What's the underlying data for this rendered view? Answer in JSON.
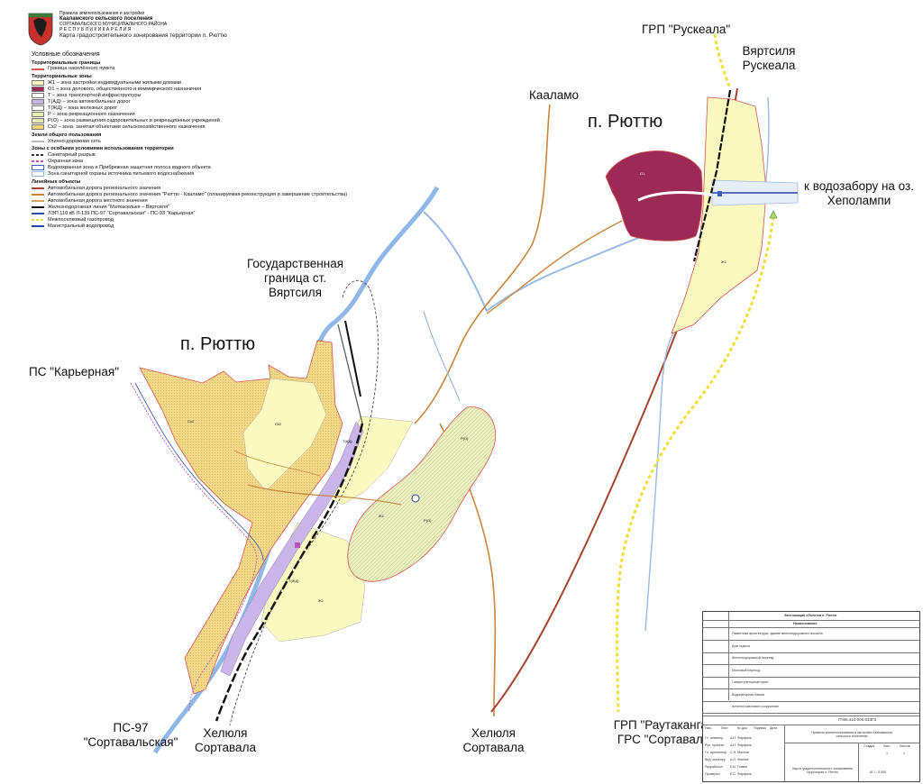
{
  "header": {
    "org_line": "Правила землепользования и застройки",
    "settlement": "Кааламского сельского поселения",
    "district": "СОРТАВАЛЬСКОГО МУНИЦИПАЛЬНОГО РАЙОНА",
    "republic": "Р Е С П У Б Л И К И   К А Р Е Л И Я",
    "map_title": "Карта градостроительного зонирования территории п. Рюттю"
  },
  "legend": {
    "title": "Условные обозначения",
    "sections": [
      {
        "title": "Территориальные границы",
        "items": [
          {
            "text": "Граница населённого пункта",
            "kind": "line",
            "color": "#d9534f"
          }
        ]
      },
      {
        "title": "Территориальные зоны",
        "items": [
          {
            "text": "Ж1 – зона застройки индивидуальными жилыми домами",
            "kind": "fill",
            "color": "#fafac0"
          },
          {
            "text": "О1 – зона делового, общественного и коммерческого назначения",
            "kind": "fill",
            "color": "#9c2a55"
          },
          {
            "text": "Т – зона транспортной инфраструктуры",
            "kind": "fill",
            "color": "#ffffff"
          },
          {
            "text": "Т(АД) – зона автомобильных дорог",
            "kind": "fill",
            "color": "#c9b5e8"
          },
          {
            "text": "Т(ЖД) – зона железных дорог",
            "kind": "fill",
            "color": "#ffffff"
          },
          {
            "text": "Р – зона рекреационного назначения",
            "kind": "fill",
            "color": "#e7eeb3"
          },
          {
            "text": "Р(О) – зона размещения оздоровительных и рекреационных учреждений",
            "kind": "fill",
            "color": "#e2eab0"
          },
          {
            "text": "Сх2 – зона, занятая объектами сельскохозяйственного назначения",
            "kind": "fill",
            "color": "#f0d37a"
          }
        ]
      },
      {
        "title": "Земли общего пользования",
        "items": [
          {
            "text": "Улично-дорожная сеть",
            "kind": "line",
            "color": "#bbbbbb"
          }
        ]
      },
      {
        "title": "Зоны с особыми условиями использования территории",
        "items": [
          {
            "text": "Санитарный разрыв",
            "kind": "dash",
            "color": "#333333"
          },
          {
            "text": "Охранная зона",
            "kind": "dash",
            "color": "#c04fb7"
          },
          {
            "text": "Водоохранная зона и Прибрежная защитная полоса водного объекта",
            "kind": "outline",
            "color": "#3a62c4"
          },
          {
            "text": "Зона санитарной охраны источника питьевого водоснабжения",
            "kind": "outline",
            "color": "#9ab8e6"
          }
        ]
      },
      {
        "title": "Линейные объекты",
        "items": [
          {
            "text": "Автомобильная дорога регионального значения",
            "kind": "line",
            "color": "#a4432e"
          },
          {
            "text": "Автомобильная дорога регионального значения \"Рюттю - Кааламо\" (планируемая реконструкция и завершение строительства)",
            "kind": "line",
            "color": "#c8873d"
          },
          {
            "text": "Автомобильная дорога местного значения",
            "kind": "line",
            "color": "#d8a35a"
          },
          {
            "text": "Железнодорожная линия \"Маткаселькя – Вяртсиля\"",
            "kind": "line",
            "color": "#111111"
          },
          {
            "text": "ЛЭП 110 кВ Л-139 ПС-97 \"Сортавальская\" - ПС-93 \"Карьерная\"",
            "kind": "line",
            "color": "#2d4fb2"
          },
          {
            "text": "Межпоселковый газопровод",
            "kind": "dash",
            "color": "#f2e03a"
          },
          {
            "text": "Магистральный водопровод",
            "kind": "line",
            "color": "#2c43a8"
          }
        ]
      }
    ]
  },
  "labels": {
    "ryuttyu_south": "п. Рюттю",
    "ryuttyu_north": "п. Рюттю",
    "ps_karyernaya": "ПС \"Карьерная\"",
    "border": "Государственная граница ст. Вяртсиля",
    "kaalamo": "Кааламо",
    "grp_ruskeala": "ГРП \"Рускеала\"",
    "vyartsilya_ruskeala": "Вяртсиля Рускеала",
    "vodozabor": "к водозабору на оз. Хеполампи",
    "ps97": "ПС-97 \"Сортавальская\"",
    "helyulya_west": "Хелюля Сортавала",
    "helyulya_mid": "Хелюля Сортавала",
    "grp_rautakangas": "ГРП \"Раутакангас\" ГРС \"Сортавала\""
  },
  "zone_codes": {
    "sx2": "Сх2",
    "zh1": "Ж1",
    "ro": "Р(О)",
    "tad": "Т(АД)",
    "tzd": "Т(ЖД)",
    "o1": "О1"
  },
  "stamp": {
    "legend_title": "Экспликация объектов п. Рюттю",
    "legend_col": "Наименование",
    "items": [
      "Памятники архитектуры, здание железнодорожного вокзала",
      "Дом отдыха",
      "Железнодорожный переезд",
      "Мостовой переход",
      "Газорегуляторный пункт",
      "Водонапорная башня",
      "Антенно-мачтовое сооружение"
    ],
    "doc_code": "ГП06.410.000.033ГЗ",
    "project_name": "Правила землепользования и застройки Кааламского сельского поселения",
    "sheet_title": "Карта градостроительного зонирования территории п. Рюттю",
    "stage_h": "Стадия",
    "sheet_h": "Лист",
    "sheets_h": "Листов",
    "sheet": "1",
    "sheets": "1",
    "scale": "М 1 : 5 000",
    "roles": [
      {
        "role": "Гл. инженер",
        "name": "А.Н. Фарфаль"
      },
      {
        "role": "Рук. проекта",
        "name": "А.Н. Фарфаль"
      },
      {
        "role": "Гл. архитектор",
        "name": "С.Н. Маслов"
      },
      {
        "role": "Вед. инженер",
        "name": "А.О. Фатеев"
      },
      {
        "role": "Разработал",
        "name": "Е.В. Тонкин"
      },
      {
        "role": "Проверил",
        "name": "Е.С. Фарфаль"
      }
    ],
    "col_headers": [
      "Изм.",
      "Лист",
      "№ док.",
      "Подпись",
      "Дата"
    ]
  }
}
